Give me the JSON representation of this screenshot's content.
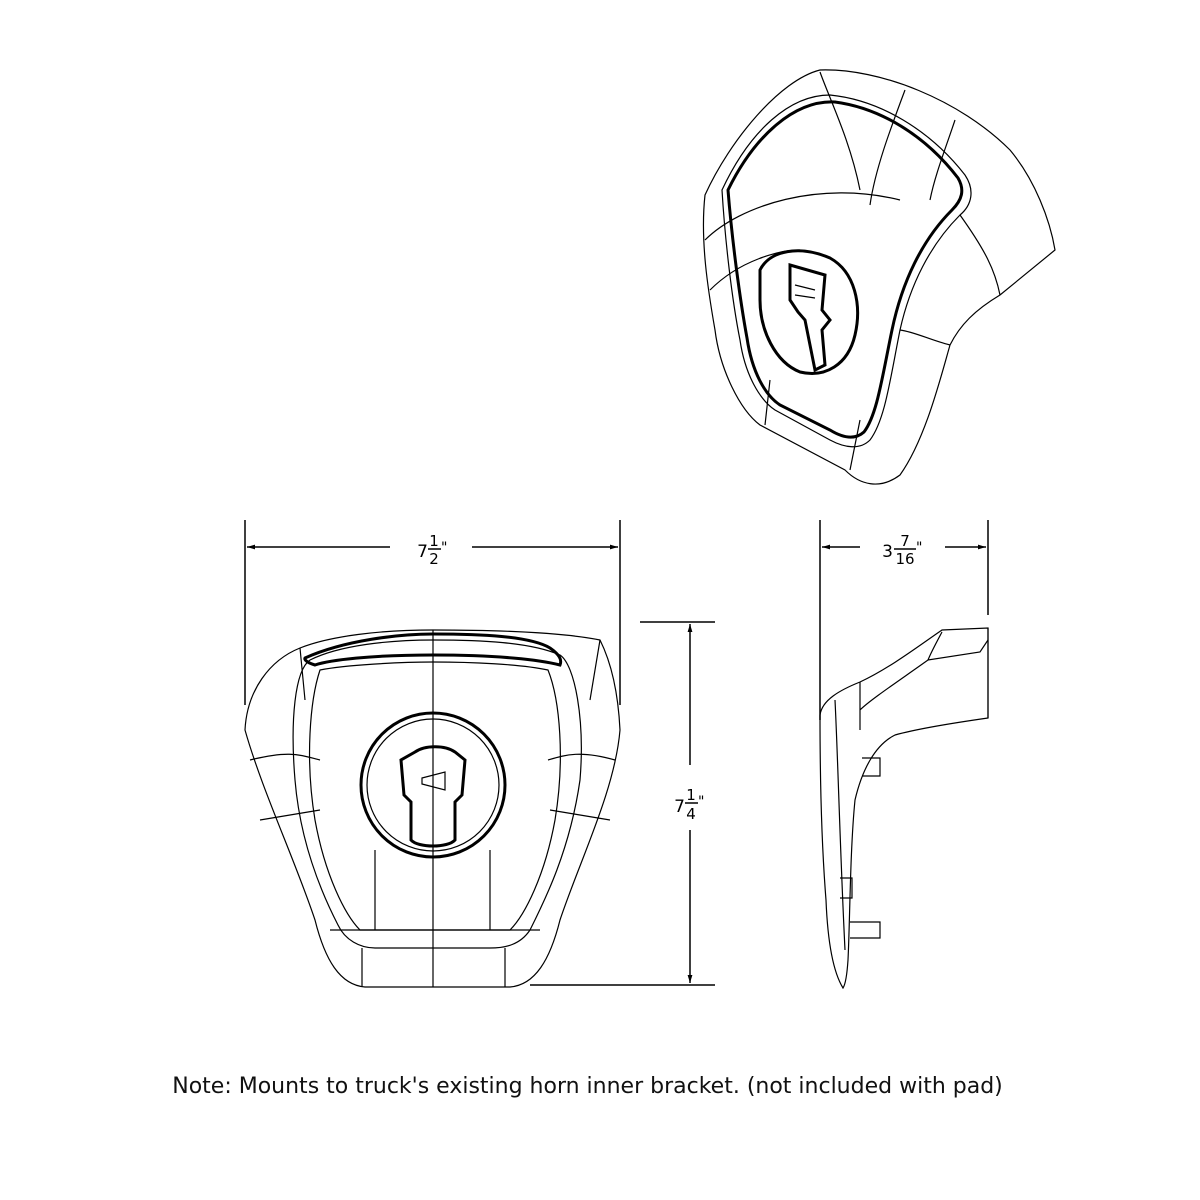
{
  "dimensions": {
    "width": {
      "whole": "7",
      "numerator": "1",
      "denominator": "2",
      "unit": "\""
    },
    "height": {
      "whole": "7",
      "numerator": "1",
      "denominator": "4",
      "unit": "\""
    },
    "depth": {
      "whole": "3",
      "numerator": "7",
      "denominator": "16",
      "unit": "\""
    }
  },
  "views": [
    "isometric",
    "front",
    "side"
  ],
  "note": "Note: Mounts to truck's existing horn inner bracket. (not included with pad)"
}
